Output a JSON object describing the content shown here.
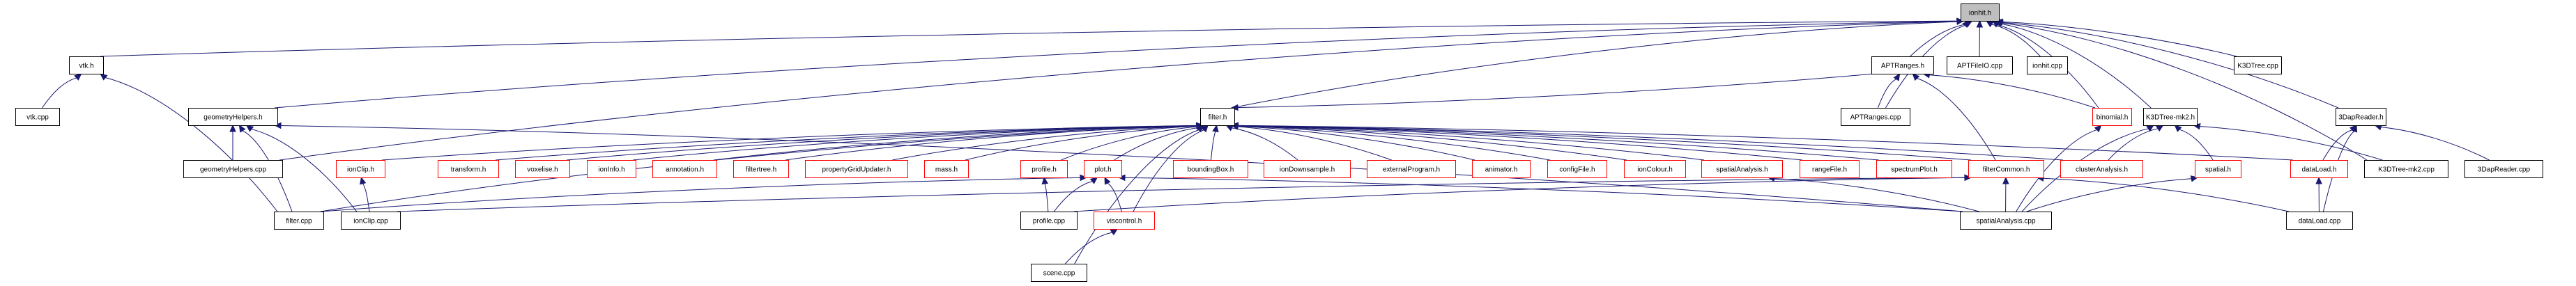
{
  "title": "ionhit.h include dependency graph",
  "colors": {
    "edge": "#191970",
    "root_fill": "#bfbfbf",
    "root_border": "#000000",
    "normal_border": "#000000",
    "truncated_border": "#ff0000",
    "fill": "#ffffff"
  },
  "nodes": [
    {
      "id": "ionhit_h",
      "label": "ionhit.h",
      "style": "root"
    },
    {
      "id": "vtk_h",
      "label": "vtk.h",
      "style": "normal"
    },
    {
      "id": "vtk_cpp",
      "label": "vtk.cpp",
      "style": "normal"
    },
    {
      "id": "geometryHelpers_h",
      "label": "geometryHelpers.h",
      "style": "normal"
    },
    {
      "id": "geometryHelpers_cpp",
      "label": "geometryHelpers.cpp",
      "style": "normal"
    },
    {
      "id": "filter_cpp",
      "label": "filter.cpp",
      "style": "normal"
    },
    {
      "id": "ionClip_h",
      "label": "ionClip.h",
      "style": "truncated"
    },
    {
      "id": "ionClip_cpp",
      "label": "ionClip.cpp",
      "style": "normal"
    },
    {
      "id": "transform_h",
      "label": "transform.h",
      "style": "truncated"
    },
    {
      "id": "voxelise_h",
      "label": "voxelise.h",
      "style": "truncated"
    },
    {
      "id": "ionInfo_h",
      "label": "ionInfo.h",
      "style": "truncated"
    },
    {
      "id": "annotation_h",
      "label": "annotation.h",
      "style": "truncated"
    },
    {
      "id": "filtertree_h",
      "label": "filtertree.h",
      "style": "truncated"
    },
    {
      "id": "propertyGridUpdater_h",
      "label": "propertyGridUpdater.h",
      "style": "truncated"
    },
    {
      "id": "mass_h",
      "label": "mass.h",
      "style": "truncated"
    },
    {
      "id": "profile_h",
      "label": "profile.h",
      "style": "truncated"
    },
    {
      "id": "plot_h",
      "label": "plot.h",
      "style": "truncated"
    },
    {
      "id": "boundingBox_h",
      "label": "boundingBox.h",
      "style": "truncated"
    },
    {
      "id": "ionDownsample_h",
      "label": "ionDownsample.h",
      "style": "truncated"
    },
    {
      "id": "externalProgram_h",
      "label": "externalProgram.h",
      "style": "truncated"
    },
    {
      "id": "animator_h",
      "label": "animator.h",
      "style": "truncated"
    },
    {
      "id": "configFile_h",
      "label": "configFile.h",
      "style": "truncated"
    },
    {
      "id": "ionColour_h",
      "label": "ionColour.h",
      "style": "truncated"
    },
    {
      "id": "spatialAnalysis_h",
      "label": "spatialAnalysis.h",
      "style": "truncated"
    },
    {
      "id": "rangeFile_h",
      "label": "rangeFile.h",
      "style": "truncated"
    },
    {
      "id": "spectrumPlot_h",
      "label": "spectrumPlot.h",
      "style": "truncated"
    },
    {
      "id": "filterCommon_h",
      "label": "filterCommon.h",
      "style": "truncated"
    },
    {
      "id": "clusterAnalysis_h",
      "label": "clusterAnalysis.h",
      "style": "truncated"
    },
    {
      "id": "spatial_h",
      "label": "spatial.h",
      "style": "truncated"
    },
    {
      "id": "dataLoad_h",
      "label": "dataLoad.h",
      "style": "truncated"
    },
    {
      "id": "filter_h",
      "label": "filter.h",
      "style": "normal"
    },
    {
      "id": "profile_cpp",
      "label": "profile.cpp",
      "style": "normal"
    },
    {
      "id": "viscontrol_h",
      "label": "viscontrol.h",
      "style": "truncated"
    },
    {
      "id": "scene_cpp",
      "label": "scene.cpp",
      "style": "normal"
    },
    {
      "id": "spatialAnalysis_cpp",
      "label": "spatialAnalysis.cpp",
      "style": "normal"
    },
    {
      "id": "dataLoad_cpp",
      "label": "dataLoad.cpp",
      "style": "normal"
    },
    {
      "id": "APTRanges_h",
      "label": "APTRanges.h",
      "style": "normal"
    },
    {
      "id": "APTFileIO_cpp",
      "label": "APTFileIO.cpp",
      "style": "normal"
    },
    {
      "id": "ionhit_cpp",
      "label": "ionhit.cpp",
      "style": "normal"
    },
    {
      "id": "K3DTree_cpp",
      "label": "K3DTree.cpp",
      "style": "normal"
    },
    {
      "id": "APTRanges_cpp",
      "label": "APTRanges.cpp",
      "style": "normal"
    },
    {
      "id": "binomial_h",
      "label": "binomial.h",
      "style": "truncated"
    },
    {
      "id": "K3DTree_mk2_h",
      "label": "K3DTree-mk2.h",
      "style": "normal"
    },
    {
      "id": "3DapReader_h",
      "label": "3DapReader.h",
      "style": "normal"
    },
    {
      "id": "K3DTree_mk2_cpp",
      "label": "K3DTree-mk2.cpp",
      "style": "normal"
    },
    {
      "id": "3DapReader_cpp",
      "label": "3DapReader.cpp",
      "style": "normal"
    }
  ],
  "edges": [
    {
      "from": "vtk_h",
      "to": "ionhit_h"
    },
    {
      "from": "geometryHelpers_cpp",
      "to": "ionhit_h"
    },
    {
      "from": "geometryHelpers_h",
      "to": "ionhit_h"
    },
    {
      "from": "filter_h",
      "to": "ionhit_h"
    },
    {
      "from": "APTRanges_h",
      "to": "ionhit_h"
    },
    {
      "from": "APTFileIO_cpp",
      "to": "ionhit_h"
    },
    {
      "from": "ionhit_cpp",
      "to": "ionhit_h"
    },
    {
      "from": "K3DTree_cpp",
      "to": "ionhit_h"
    },
    {
      "from": "APTRanges_cpp",
      "to": "ionhit_h"
    },
    {
      "from": "binomial_h",
      "to": "ionhit_h"
    },
    {
      "from": "K3DTree_mk2_h",
      "to": "ionhit_h"
    },
    {
      "from": "K3DTree_mk2_cpp",
      "to": "ionhit_h"
    },
    {
      "from": "3DapReader_h",
      "to": "ionhit_h"
    },
    {
      "from": "vtk_cpp",
      "to": "vtk_h"
    },
    {
      "from": "filter_cpp",
      "to": "vtk_h"
    },
    {
      "from": "geometryHelpers_cpp",
      "to": "geometryHelpers_h"
    },
    {
      "from": "filter_cpp",
      "to": "geometryHelpers_h"
    },
    {
      "from": "ionClip_cpp",
      "to": "geometryHelpers_h"
    },
    {
      "from": "spatialAnalysis_cpp",
      "to": "geometryHelpers_h"
    },
    {
      "from": "ionClip_cpp",
      "to": "ionClip_h"
    },
    {
      "from": "ionClip_h",
      "to": "filter_h"
    },
    {
      "from": "transform_h",
      "to": "filter_h"
    },
    {
      "from": "voxelise_h",
      "to": "filter_h"
    },
    {
      "from": "ionInfo_h",
      "to": "filter_h"
    },
    {
      "from": "annotation_h",
      "to": "filter_h"
    },
    {
      "from": "filtertree_h",
      "to": "filter_h"
    },
    {
      "from": "propertyGridUpdater_h",
      "to": "filter_h"
    },
    {
      "from": "mass_h",
      "to": "filter_h"
    },
    {
      "from": "profile_h",
      "to": "filter_h"
    },
    {
      "from": "plot_h",
      "to": "filter_h"
    },
    {
      "from": "viscontrol_h",
      "to": "filter_h"
    },
    {
      "from": "scene_cpp",
      "to": "filter_h"
    },
    {
      "from": "filter_cpp",
      "to": "filter_h"
    },
    {
      "from": "boundingBox_h",
      "to": "filter_h"
    },
    {
      "from": "ionDownsample_h",
      "to": "filter_h"
    },
    {
      "from": "externalProgram_h",
      "to": "filter_h"
    },
    {
      "from": "animator_h",
      "to": "filter_h"
    },
    {
      "from": "configFile_h",
      "to": "filter_h"
    },
    {
      "from": "ionColour_h",
      "to": "filter_h"
    },
    {
      "from": "spatialAnalysis_h",
      "to": "filter_h"
    },
    {
      "from": "rangeFile_h",
      "to": "filter_h"
    },
    {
      "from": "spectrumPlot_h",
      "to": "filter_h"
    },
    {
      "from": "filterCommon_h",
      "to": "filter_h"
    },
    {
      "from": "clusterAnalysis_h",
      "to": "filter_h"
    },
    {
      "from": "dataLoad_h",
      "to": "filter_h"
    },
    {
      "from": "profile_cpp",
      "to": "profile_h"
    },
    {
      "from": "profile_cpp",
      "to": "plot_h"
    },
    {
      "from": "viscontrol_h",
      "to": "plot_h"
    },
    {
      "from": "filter_cpp",
      "to": "plot_h"
    },
    {
      "from": "spatialAnalysis_cpp",
      "to": "plot_h"
    },
    {
      "from": "scene_cpp",
      "to": "viscontrol_h"
    },
    {
      "from": "spatialAnalysis_cpp",
      "to": "spatialAnalysis_h"
    },
    {
      "from": "spatialAnalysis_cpp",
      "to": "filterCommon_h"
    },
    {
      "from": "ionClip_cpp",
      "to": "filterCommon_h"
    },
    {
      "from": "profile_cpp",
      "to": "filterCommon_h"
    },
    {
      "from": "dataLoad_cpp",
      "to": "filterCommon_h"
    },
    {
      "from": "filterCommon_h",
      "to": "APTRanges_h"
    },
    {
      "from": "APTRanges_cpp",
      "to": "APTRanges_h"
    },
    {
      "from": "binomial_h",
      "to": "APTRanges_h"
    },
    {
      "from": "APTRanges_h",
      "to": "filter_h"
    },
    {
      "from": "spatialAnalysis_cpp",
      "to": "binomial_h"
    },
    {
      "from": "clusterAnalysis_h",
      "to": "K3DTree_mk2_h"
    },
    {
      "from": "spatial_h",
      "to": "K3DTree_mk2_h"
    },
    {
      "from": "spatialAnalysis_cpp",
      "to": "K3DTree_mk2_h"
    },
    {
      "from": "K3DTree_mk2_cpp",
      "to": "K3DTree_mk2_h"
    },
    {
      "from": "spatialAnalysis_cpp",
      "to": "spatial_h"
    },
    {
      "from": "dataLoad_cpp",
      "to": "dataLoad_h"
    },
    {
      "from": "dataLoad_h",
      "to": "3DapReader_h"
    },
    {
      "from": "3DapReader_cpp",
      "to": "3DapReader_h"
    },
    {
      "from": "dataLoad_cpp",
      "to": "3DapReader_h"
    }
  ]
}
